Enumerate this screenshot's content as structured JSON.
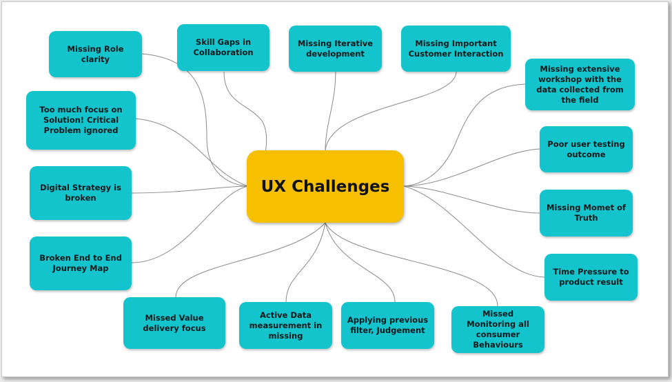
{
  "center": {
    "label": "UX Challenges",
    "color": "#f6bf00"
  },
  "node_color": "#14c4cc",
  "line_color": "#8a8a8a",
  "nodes": [
    "Missing Role clarity",
    "Skill Gaps in Collaboration",
    "Missing Iterative development",
    "Missing Important Customer Interaction",
    "Missing extensive workshop with the data collected from the field",
    "Too much focus on Solution! Critical Problem ignored",
    "Poor user testing outcome",
    "Digital Strategy is broken",
    "Missing Momet of Truth",
    "Broken End to End Journey Map",
    "Time Pressure to product result",
    "Missed Value delivery focus",
    "Active Data measurement in missing",
    "Applying previous filter, Judgement",
    "Missed Monitoring all consumer Behaviours"
  ]
}
